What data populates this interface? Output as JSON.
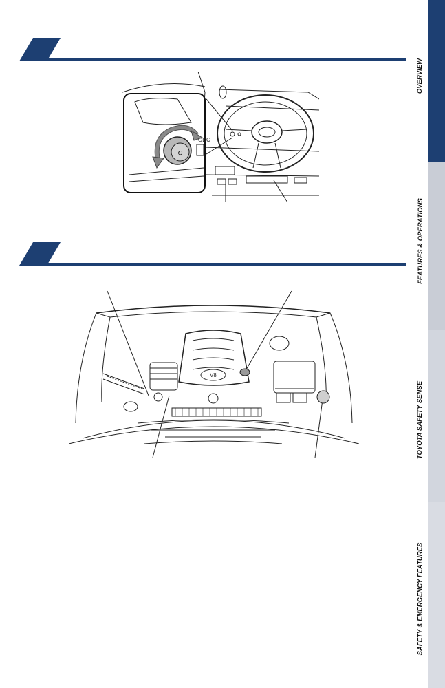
{
  "figures": {
    "dash_knob_text": "ODC",
    "engine_cover_text": "V8"
  },
  "side_nav": {
    "items": [
      {
        "label": "OVERVIEW",
        "active": true
      },
      {
        "label": "FEATURES & OPERATIONS",
        "active": false
      },
      {
        "label": "TOYOTA SAFETY SENSE",
        "active": false
      },
      {
        "label": "SAFETY & EMERGENCY FEATURES",
        "active": false
      }
    ]
  },
  "colors": {
    "accent": "#1d3f72",
    "tab_inactive": "#c9cdd6"
  }
}
